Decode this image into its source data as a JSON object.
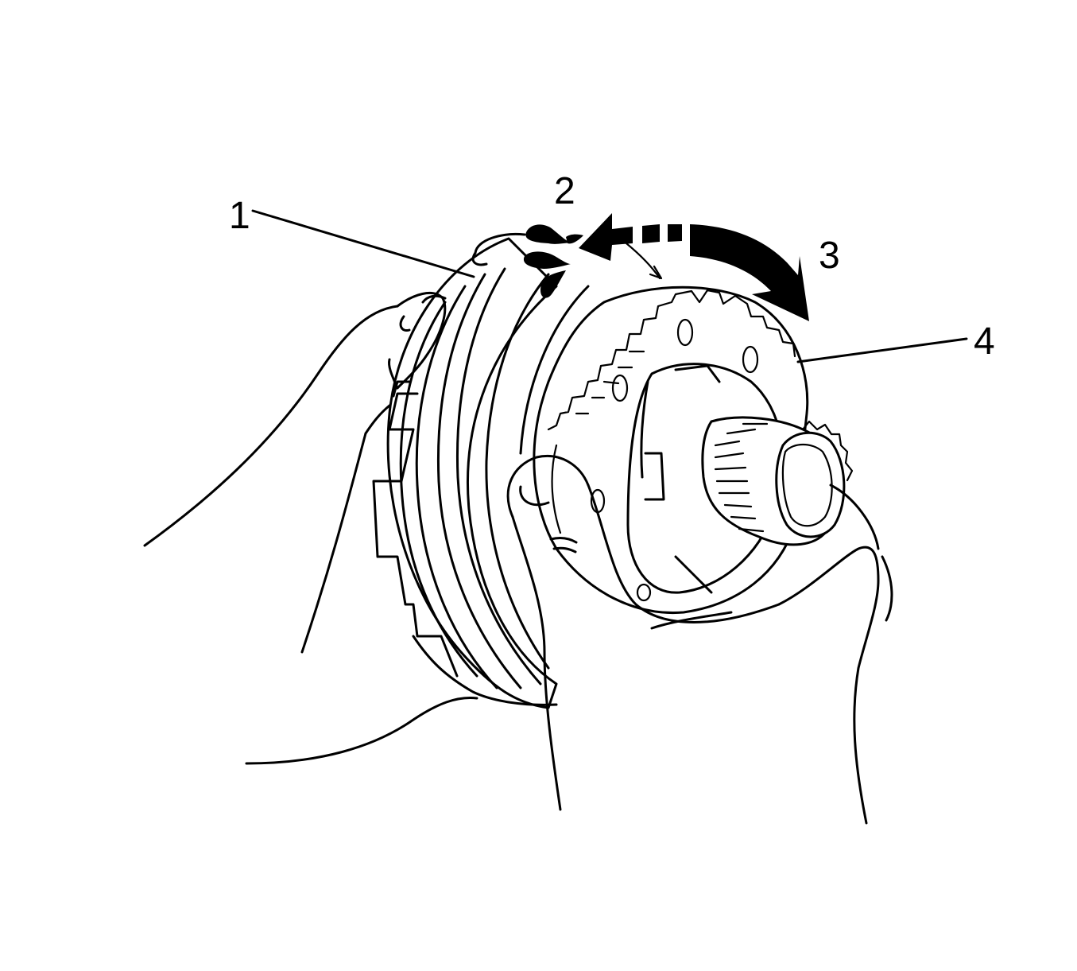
{
  "callouts": [
    {
      "id": "1",
      "label": "1"
    },
    {
      "id": "2",
      "label": "2"
    },
    {
      "id": "3",
      "label": "3"
    },
    {
      "id": "4",
      "label": "4"
    }
  ],
  "colors": {
    "line": "#000000",
    "background": "#ffffff"
  },
  "icons": [
    "hand-left-icon",
    "hand-right-icon",
    "clutch-housing-icon",
    "gear-icon",
    "rotation-arrow-icon",
    "lubrication-drops-icon"
  ]
}
